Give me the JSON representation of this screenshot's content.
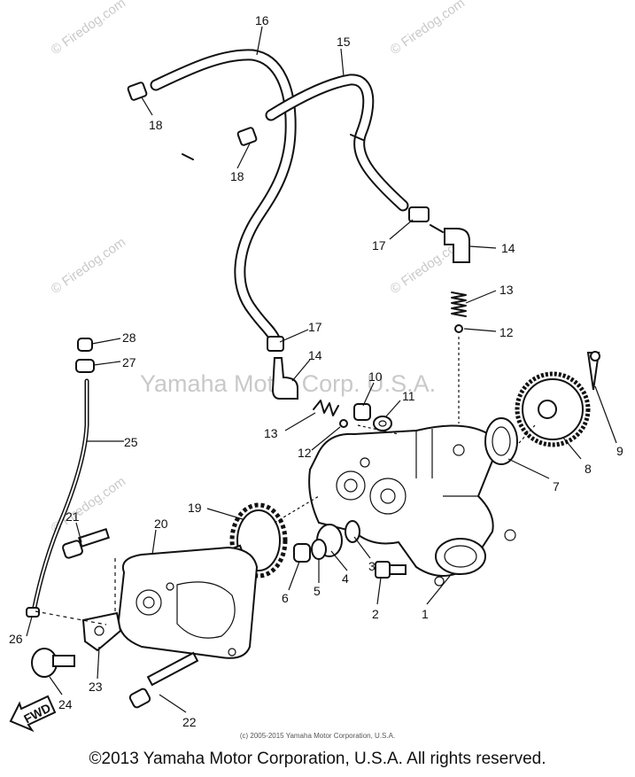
{
  "watermark": {
    "center_text": "Yamaha Motor Corp. U.S.A.",
    "site_text": "© Firedog.com"
  },
  "callouts": {
    "p1": "1",
    "p2": "2",
    "p3": "3",
    "p4": "4",
    "p5": "5",
    "p6": "6",
    "p7": "7",
    "p8": "8",
    "p9": "9",
    "p10": "10",
    "p11": "11",
    "p12a": "12",
    "p12b": "12",
    "p13a": "13",
    "p13b": "13",
    "p14a": "14",
    "p14b": "14",
    "p15": "15",
    "p16": "16",
    "p17a": "17",
    "p17b": "17",
    "p18a": "18",
    "p18b": "18",
    "p19": "19",
    "p20": "20",
    "p21": "21",
    "p22": "22",
    "p23": "23",
    "p24": "24",
    "p25": "25",
    "p26": "26",
    "p27": "27",
    "p28": "28"
  },
  "fwd_label": "FWD",
  "small_copyright": "(c) 2005-2015 Yamaha Motor Corporation, U.S.A.",
  "footer_copyright": "©2013 Yamaha Motor Corporation, U.S.A. All rights reserved."
}
